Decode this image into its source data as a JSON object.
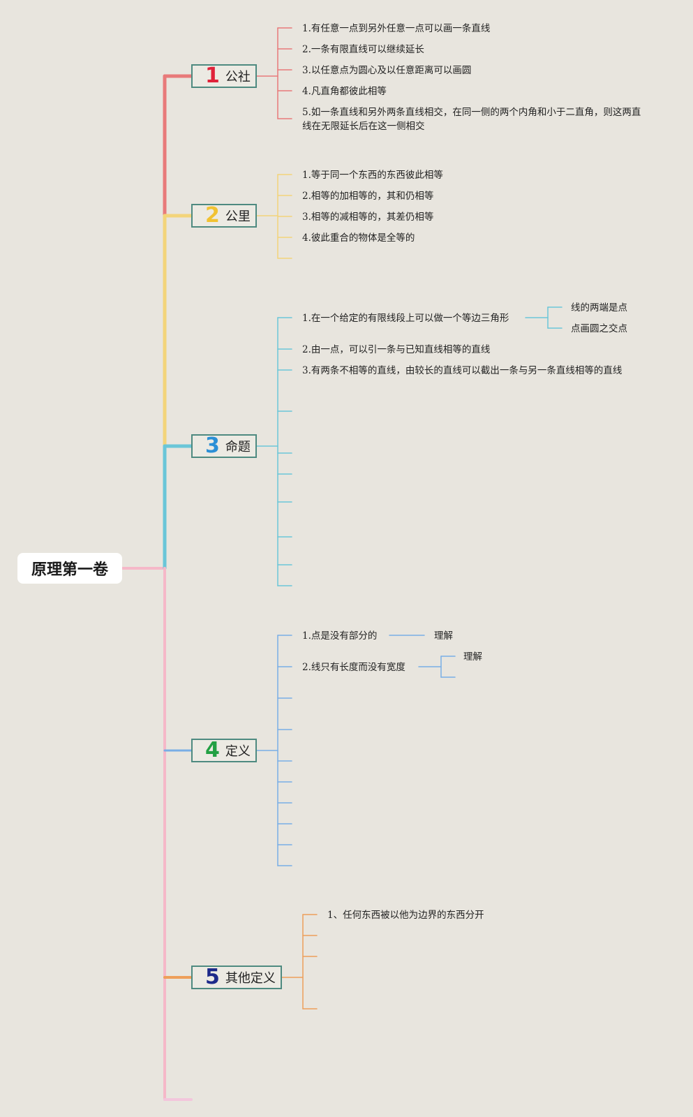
{
  "root": {
    "title": "原理第一卷"
  },
  "colors": {
    "b1": "#e87a7a",
    "b2": "#f3d47a",
    "b3": "#6ac6d8",
    "b4": "#79aee6",
    "b5": "#ee9f5a",
    "root_line": "#f5b8c8"
  },
  "branches": [
    {
      "num": "1",
      "label": "公社",
      "num_color": "#e0223a",
      "items": [
        "1.有任意一点到另外任意一点可以画一条直线",
        "2.一条有限直线可以继续延长",
        "3.以任意点为圆心及以任意距离可以画圆",
        "4.凡直角都彼此相等",
        "5.如一条直线和另外两条直线相交，在同一侧的两个内角和小于二直角，则这两直线在无限延长后在这一侧相交"
      ]
    },
    {
      "num": "2",
      "label": "公里",
      "num_color": "#f1c232",
      "items": [
        "1.等于同一个东西的东西彼此相等",
        "2.相等的加相等的，其和仍相等",
        "3.相等的减相等的，其差仍相等",
        "4.彼此重合的物体是全等的"
      ]
    },
    {
      "num": "3",
      "label": "命题",
      "num_color": "#2b8fd6",
      "items": [
        "1.在一个给定的有限线段上可以做一个等边三角形",
        "2.由一点，可以引一条与已知直线相等的直线",
        "3.有两条不相等的直线，由较长的直线可以截出一条与另一条直线相等的直线"
      ],
      "sub": [
        "线的两端是点",
        "点画圆之交点"
      ]
    },
    {
      "num": "4",
      "label": "定义",
      "num_color": "#22a043",
      "items": [
        "1.点是没有部分的",
        "2.线只有长度而没有宽度"
      ],
      "sub": [
        "理解",
        "理解"
      ]
    },
    {
      "num": "5",
      "label": "其他定义",
      "num_color": "#1d2a8a",
      "items": [
        "1、任何东西被以他为边界的东西分开"
      ]
    }
  ]
}
